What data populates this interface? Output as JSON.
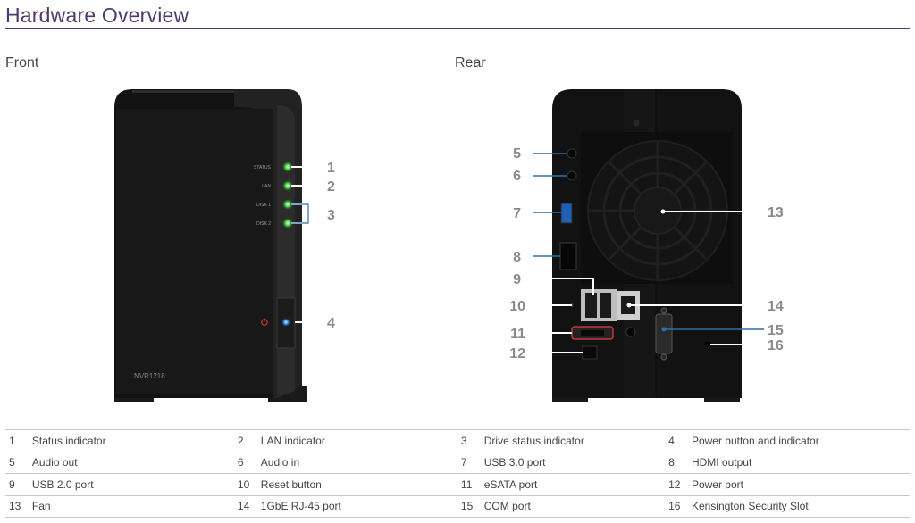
{
  "page_title": "Hardware Overview",
  "sections": {
    "front": "Front",
    "rear": "Rear"
  },
  "device": {
    "model": "NVR1218",
    "led_labels": [
      "STATUS",
      "LAN",
      "DISK 1",
      "DISK 2"
    ]
  },
  "colors": {
    "accent": "#4f3a6b",
    "callout_blue": "#2d6fa8",
    "led_green": "#4bd64b",
    "power_red": "#d93a2e",
    "power_blue": "#2a8fe8"
  },
  "callouts": {
    "front": [
      "1",
      "2",
      "3",
      "4"
    ],
    "rear_left": [
      "5",
      "6",
      "7",
      "8",
      "9",
      "10",
      "11",
      "12"
    ],
    "rear_right": [
      "13",
      "14",
      "15",
      "16"
    ]
  },
  "components": [
    [
      {
        "num": "1",
        "label": "Status indicator"
      },
      {
        "num": "2",
        "label": "LAN indicator"
      },
      {
        "num": "3",
        "label": "Drive status indicator"
      },
      {
        "num": "4",
        "label": "Power button and indicator"
      }
    ],
    [
      {
        "num": "5",
        "label": "Audio out"
      },
      {
        "num": "6",
        "label": "Audio in"
      },
      {
        "num": "7",
        "label": "USB 3.0 port"
      },
      {
        "num": "8",
        "label": "HDMI output"
      }
    ],
    [
      {
        "num": "9",
        "label": "USB 2.0 port"
      },
      {
        "num": "10",
        "label": "Reset button"
      },
      {
        "num": "11",
        "label": "eSATA port"
      },
      {
        "num": "12",
        "label": "Power port"
      }
    ],
    [
      {
        "num": "13",
        "label": "Fan"
      },
      {
        "num": "14",
        "label": "1GbE RJ-45 port"
      },
      {
        "num": "15",
        "label": "COM port"
      },
      {
        "num": "16",
        "label": "Kensington Security Slot"
      }
    ]
  ]
}
